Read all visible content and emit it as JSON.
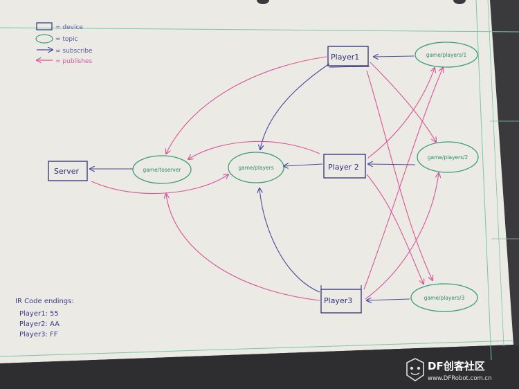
{
  "legend": {
    "device": "= device",
    "topic": "= topic",
    "subscribe": "= subscribe",
    "publish": "= publishes"
  },
  "nodes": {
    "player1": "Player1",
    "player2": "Player 2",
    "player3": "Player3",
    "server": "Server",
    "topic_server": "game/toserver",
    "topic_players": "game/players",
    "topic_p1": "game/players/1",
    "topic_p2": "game/players/2",
    "topic_p3": "game/players/3"
  },
  "ir_codes": {
    "heading": "IR Code endings:",
    "lines": [
      "Player1: 55",
      "Player2: AA",
      "Player3: FF"
    ]
  },
  "watermark": {
    "logo_text": "DF创客社区",
    "url": "www.DFRobot.com.cn"
  },
  "colors": {
    "subscribe": "#4a4a9e",
    "publish": "#d9539a",
    "device": "#2f2f7a",
    "topic": "#3a9c7a",
    "grid": "#7cc4a8"
  }
}
